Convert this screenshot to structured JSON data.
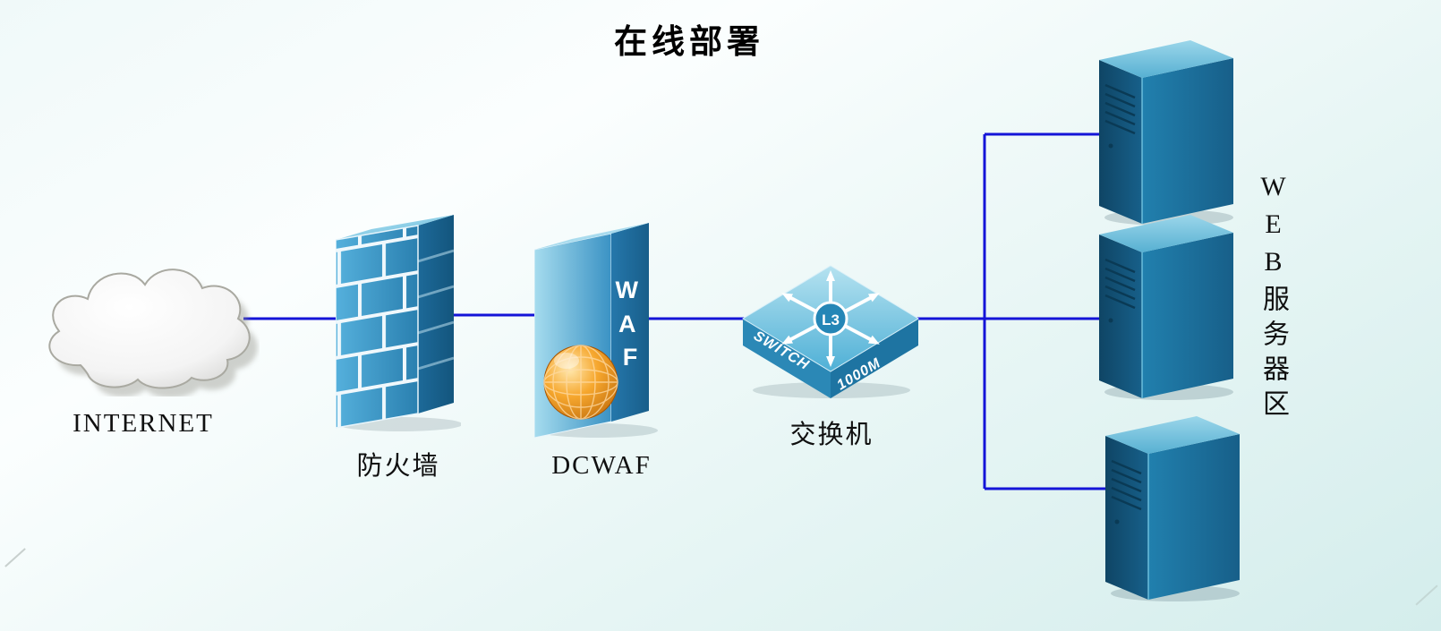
{
  "title": "在线部署",
  "nodes": {
    "internet": {
      "label": "INTERNET"
    },
    "firewall": {
      "label": "防火墙"
    },
    "waf": {
      "label": "DCWAF",
      "device_letters": [
        "W",
        "A",
        "F"
      ]
    },
    "switch": {
      "label": "交换机",
      "badge": "L3",
      "face_left_text": "SWITCH",
      "face_right_text": "1000M"
    },
    "server_group": {
      "label": "WEB服务器区",
      "server_count": 3
    }
  },
  "colors": {
    "connection": "#1414d8",
    "device_blue": "#2e8fc0",
    "device_dark": "#11506f",
    "globe_orange": "#f0931e"
  }
}
